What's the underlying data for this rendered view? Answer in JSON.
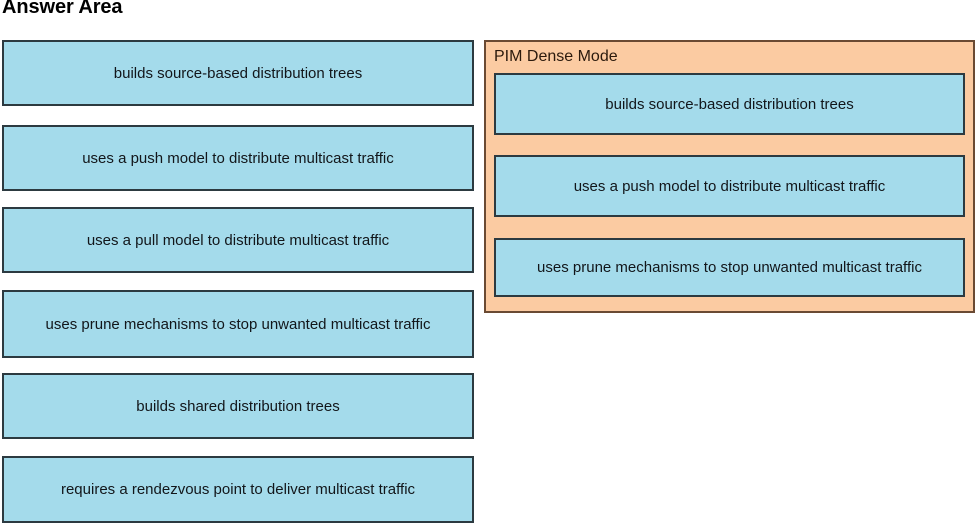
{
  "page": {
    "title": "Answer Area",
    "background_color": "#ffffff"
  },
  "colors": {
    "tile_fill": "#a4dbeb",
    "tile_border": "#2c3a40",
    "panel_fill": "#fbcba2",
    "panel_border": "#6a4a33",
    "text": "#12161a"
  },
  "pool": {
    "name": "draggable-options-pool",
    "items": [
      {
        "label": "builds source-based distribution trees"
      },
      {
        "label": "uses a push model to distribute multicast traffic"
      },
      {
        "label": "uses a pull model to distribute multicast traffic"
      },
      {
        "label": "uses prune mechanisms to stop unwanted multicast traffic"
      },
      {
        "label": "builds shared distribution trees"
      },
      {
        "label": "requires a rendezvous point to deliver multicast traffic"
      }
    ]
  },
  "answer_panel": {
    "title": "PIM Dense Mode",
    "items": [
      {
        "label": "builds source-based distribution trees"
      },
      {
        "label": "uses a push model to distribute multicast traffic"
      },
      {
        "label": "uses prune mechanisms to stop unwanted multicast traffic"
      }
    ]
  }
}
